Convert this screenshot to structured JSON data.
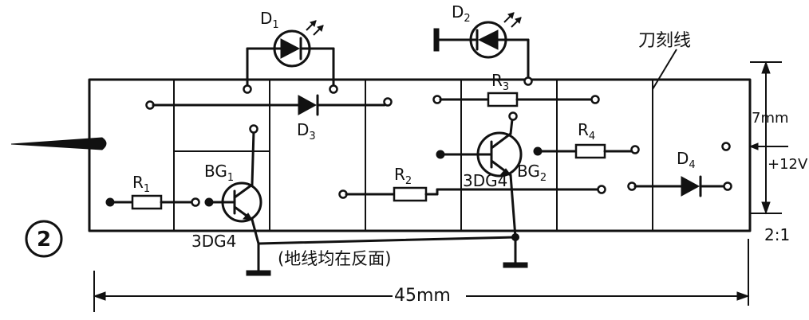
{
  "figure_number": "2",
  "labels": {
    "d1": "D",
    "d1_sub": "1",
    "d2": "D",
    "d2_sub": "2",
    "d3": "D",
    "d3_sub": "3",
    "d4": "D",
    "d4_sub": "4",
    "r1": "R",
    "r1_sub": "1",
    "r2": "R",
    "r2_sub": "2",
    "r3": "R",
    "r3_sub": "3",
    "r4": "R",
    "r4_sub": "4",
    "bg1": "BG",
    "bg1_sub": "1",
    "bg2": "BG",
    "bg2_sub": "2",
    "bg1_model": "3DG4",
    "bg2_model": "3DG4",
    "score_line": "刀刻线",
    "height_dim": "7mm",
    "supply": "+12V",
    "ground_note": "(地线均在反面)",
    "width_dim": "45mm",
    "scale": "2:1"
  }
}
